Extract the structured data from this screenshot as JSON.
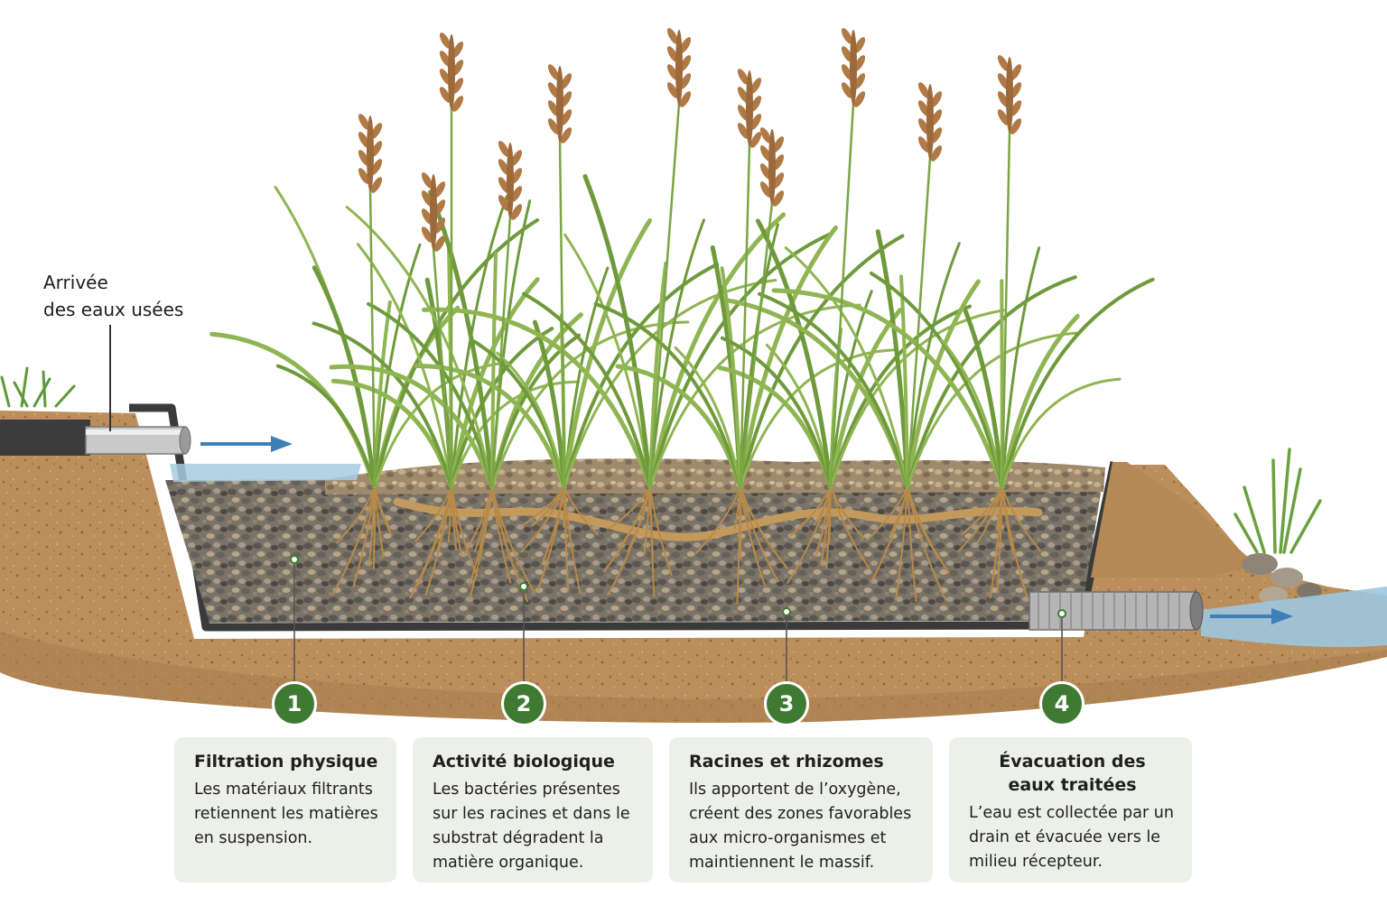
{
  "inlet": {
    "label_line1": "Arrivée",
    "label_line2": "des eaux usées"
  },
  "steps": [
    {
      "number": "1",
      "title": "Filtration physique",
      "text": "Les matériaux filtrants retiennent les matières en suspension."
    },
    {
      "number": "2",
      "title": "Activité biologique",
      "text": "Les bactéries présentes sur les racines et dans le substrat dégradent la matière organique."
    },
    {
      "number": "3",
      "title": "Racines et rhizomes",
      "text": "Ils apportent de l’oxygène, créent des zones favorables aux micro-organismes et maintiennent le massif."
    },
    {
      "number": "4",
      "title": "Évacuation des eaux traitées",
      "text": "L’eau est collectée par un drain et évacuée vers le milieu récepteur."
    }
  ],
  "colors": {
    "soil": "#b98d5c",
    "gravel": "#6e6a60",
    "liner": "#3a3a3a",
    "water": "#9cc6de",
    "reed_leaf": "#6f9a3c",
    "reed_plume": "#b07a46",
    "root": "#b88a4a",
    "marker": "#3f7a33",
    "card_bg": "#edefe9",
    "arrow": "#3f7fb8"
  }
}
